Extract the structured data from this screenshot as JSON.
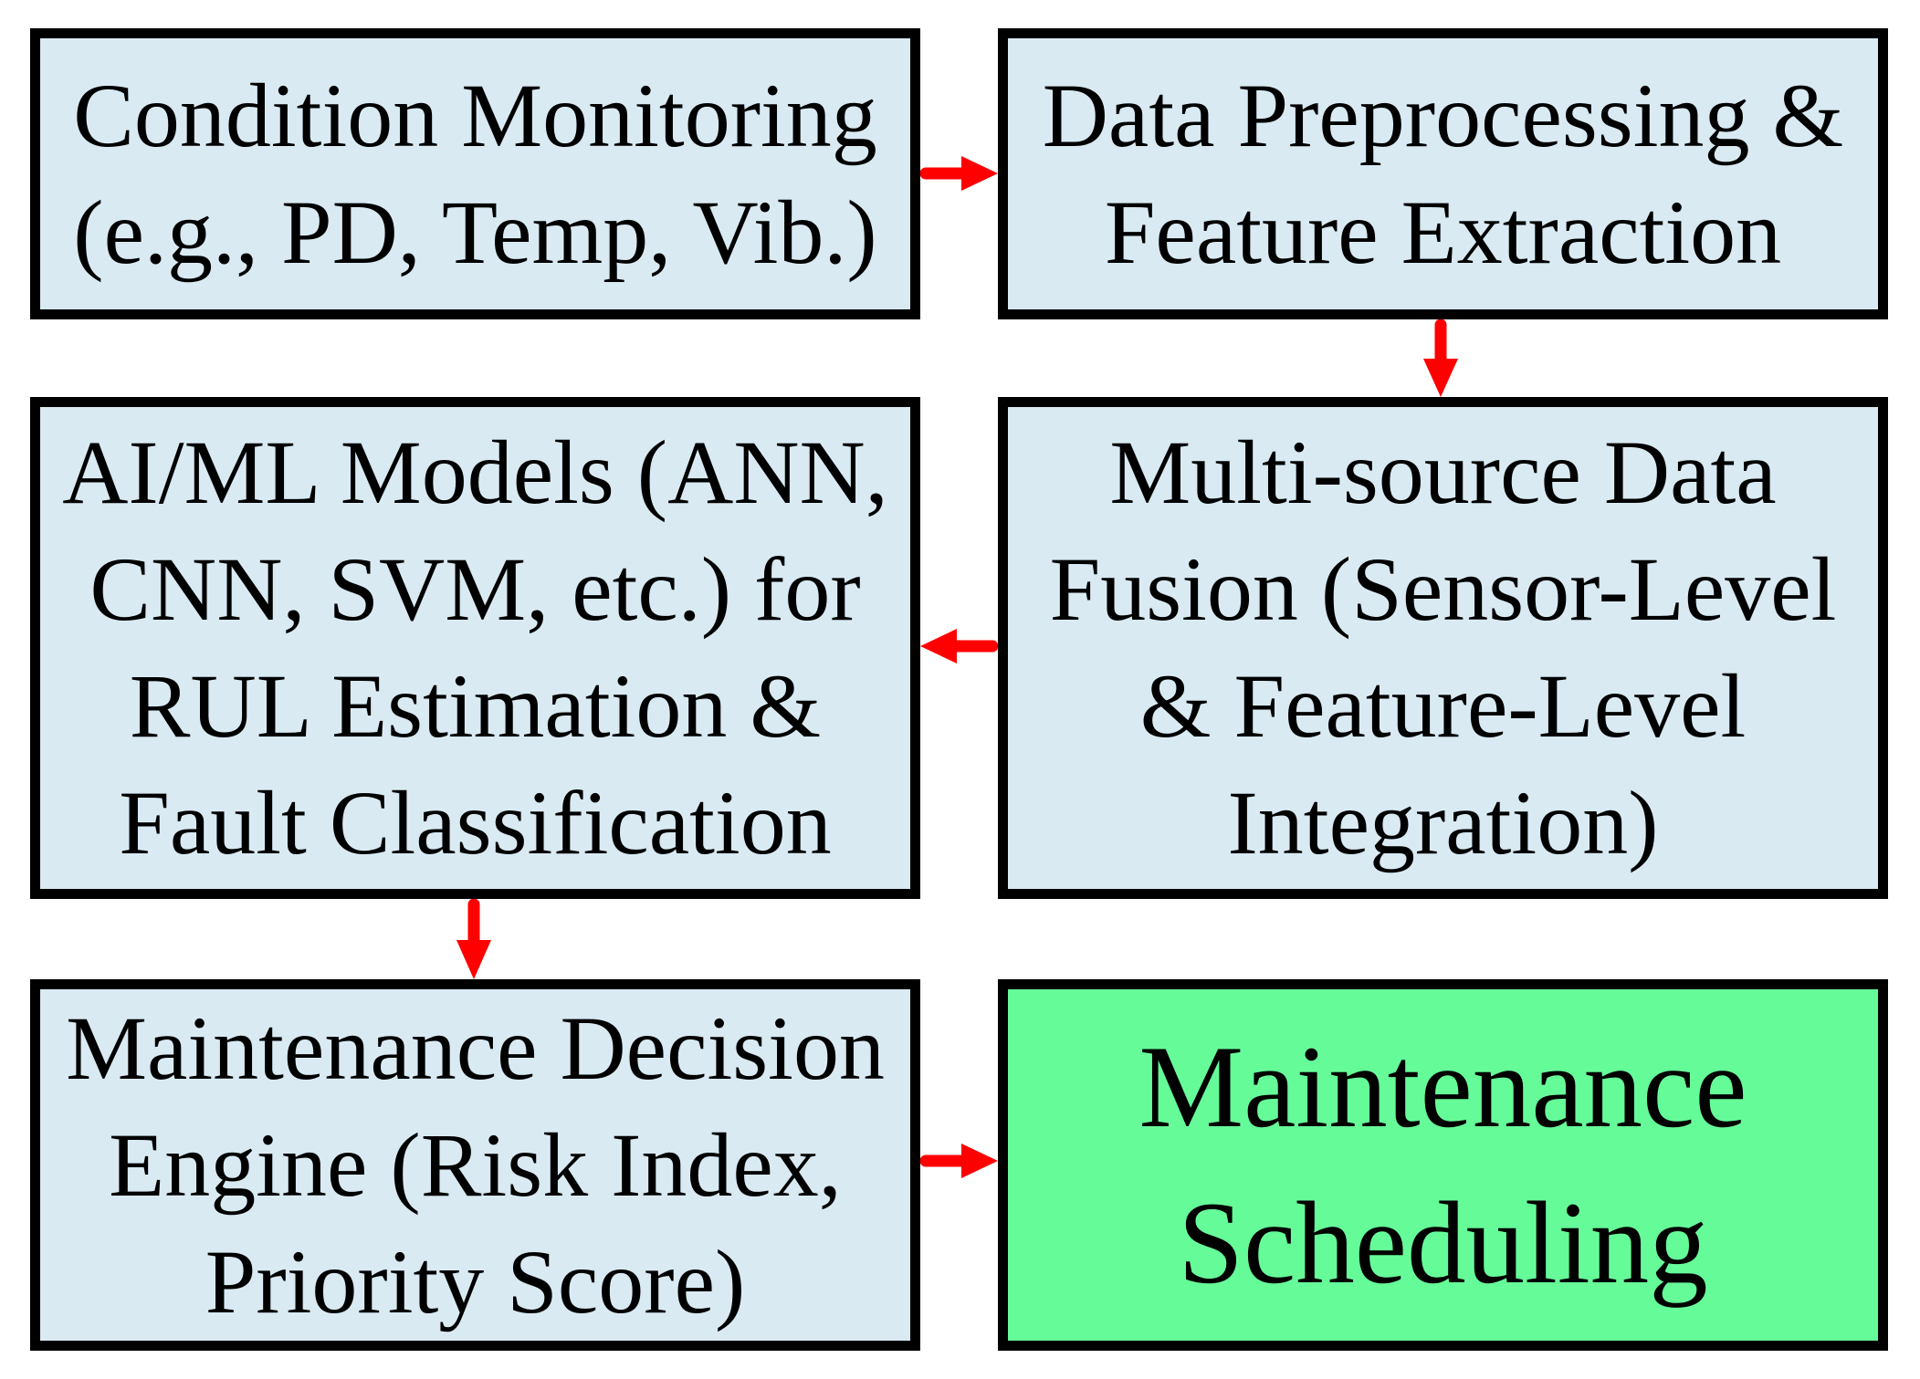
{
  "colors": {
    "background": "#ffffff",
    "border": "#000000",
    "text": "#000000",
    "arrow": "#ff0000",
    "box_blue": "#d9eaf3",
    "box_green": "#66fb99"
  },
  "boxes": [
    {
      "name": "condition-monitoring",
      "fill": "blue",
      "lines": [
        "Condition Monitoring",
        "(e.g., PD, Temp, Vib.)"
      ]
    },
    {
      "name": "data-preprocessing",
      "fill": "blue",
      "lines": [
        "Data Preprocessing &",
        "Feature Extraction"
      ]
    },
    {
      "name": "ai-ml-models",
      "fill": "blue",
      "lines": [
        "AI/ML Models (ANN,",
        "CNN, SVM, etc.) for",
        "RUL Estimation &",
        "Fault Classification"
      ]
    },
    {
      "name": "multi-source-data-fusion",
      "fill": "blue",
      "lines": [
        "Multi-source Data",
        "Fusion (Sensor-Level",
        "& Feature-Level",
        "Integration)"
      ]
    },
    {
      "name": "maintenance-decision-engine",
      "fill": "blue",
      "lines": [
        "Maintenance Decision",
        "Engine (Risk Index,",
        "Priority Score)"
      ]
    },
    {
      "name": "maintenance-scheduling",
      "fill": "green",
      "lines": [
        "Maintenance",
        "Scheduling"
      ]
    }
  ],
  "arrows": [
    {
      "from": "condition-monitoring",
      "to": "data-preprocessing",
      "direction": "right"
    },
    {
      "from": "data-preprocessing",
      "to": "multi-source-data-fusion",
      "direction": "down"
    },
    {
      "from": "multi-source-data-fusion",
      "to": "ai-ml-models",
      "direction": "left"
    },
    {
      "from": "ai-ml-models",
      "to": "maintenance-decision-engine",
      "direction": "down"
    },
    {
      "from": "maintenance-decision-engine",
      "to": "maintenance-scheduling",
      "direction": "right"
    }
  ]
}
